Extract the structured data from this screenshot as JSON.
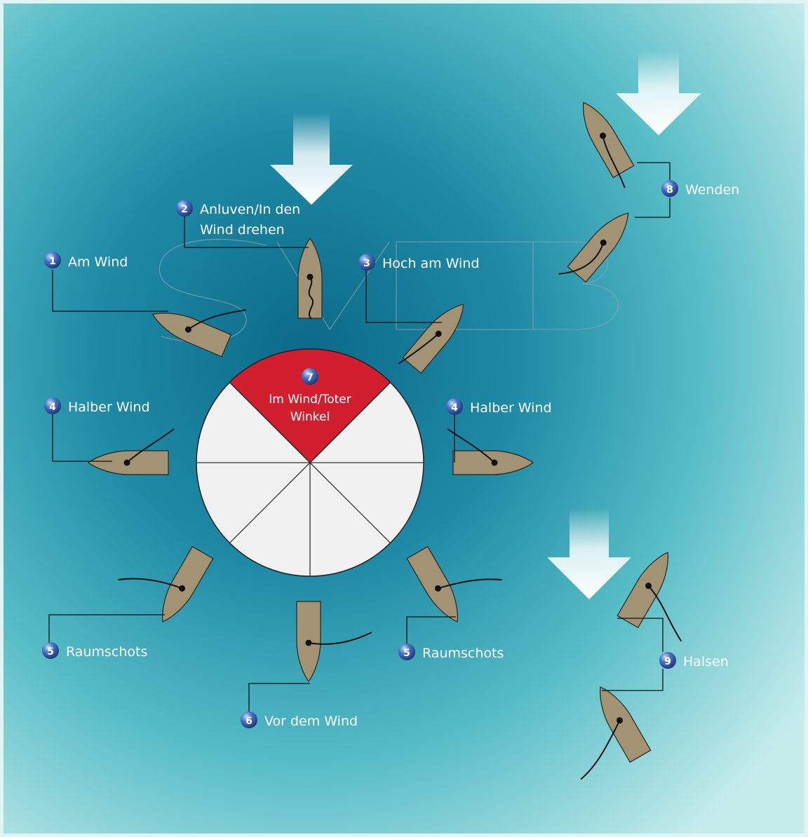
{
  "colors": {
    "sea_center": "#0d6f8c",
    "sea_mid": "#2f9fb3",
    "sea_edge": "#bfe9ea",
    "hull": "#a39375",
    "outline": "#1a1a1a",
    "dead_zone": "#d21f2f",
    "wheel": "#f1f1f1",
    "badge": "#3d64b5",
    "label_text": "#ffffff",
    "arrow": "#eaf9fb"
  },
  "labels": {
    "am_wind": {
      "number": "1",
      "text": "Am Wind"
    },
    "anluven": {
      "number": "2",
      "line1": "Anluven/In den",
      "line2": "Wind drehen"
    },
    "hoch_am_wind": {
      "number": "3",
      "text": "Hoch am Wind"
    },
    "halber_wind_left": {
      "number": "4",
      "text": "Halber Wind"
    },
    "halber_wind_right": {
      "number": "4",
      "text": "Halber Wind"
    },
    "raumschots_left": {
      "number": "5",
      "text": "Raumschots"
    },
    "raumschots_right": {
      "number": "5",
      "text": "Raumschots"
    },
    "vor_dem_wind": {
      "number": "6",
      "text": "Vor dem Wind"
    },
    "dead_zone": {
      "number": "7",
      "line1": "Im Wind/Toter",
      "line2": "Winkel"
    },
    "wenden": {
      "number": "8",
      "text": "Wenden"
    },
    "halsen": {
      "number": "9",
      "text": "Halsen"
    }
  },
  "icons": {
    "wind_arrow": "wind-arrow-icon",
    "boat": "sailboat-icon",
    "number_badge": "number-badge-icon"
  }
}
